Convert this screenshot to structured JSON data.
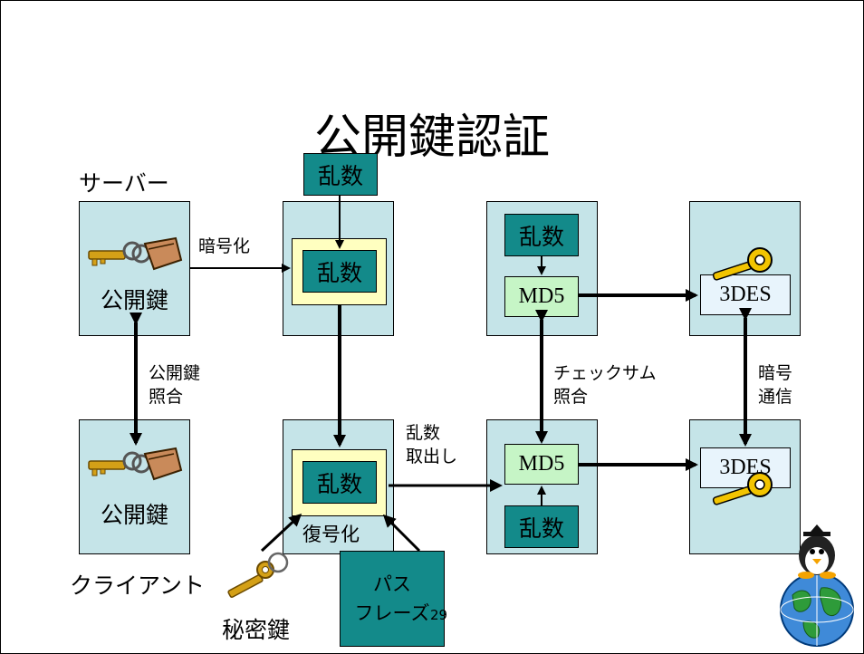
{
  "title": "公開鍵認証",
  "labels": {
    "server": "サーバー",
    "client": "クライアント",
    "encrypt": "暗号化",
    "pubkey_match_1": "公開鍵",
    "pubkey_match_2": "照合",
    "random_extract_1": "乱数",
    "random_extract_2": "取出し",
    "checksum_1": "チェックサム",
    "checksum_2": "照合",
    "crypto_comm_1": "暗号",
    "crypto_comm_2": "通信",
    "decrypt": "復号化",
    "private_key": "秘密鍵",
    "page_number": "29"
  },
  "boxes": {
    "server_pubkey": "公開鍵",
    "client_pubkey": "公開鍵",
    "random_top": "乱数",
    "random_encrypted": "乱数",
    "random_decrypted": "乱数",
    "random_server_md5": "乱数",
    "random_client_md5": "乱数",
    "md5_server": "MD5",
    "md5_client": "MD5",
    "des_server": "3DES",
    "des_client": "3DES",
    "passphrase_1": "パス",
    "passphrase_2": "フレーズ"
  },
  "colors": {
    "panel": "#c5e4e8",
    "teal": "#138a8a",
    "yellow": "#ffffc0",
    "green": "#c6f5c6",
    "light_blue": "#e8f4fc",
    "key_gold": "#d4a017"
  }
}
